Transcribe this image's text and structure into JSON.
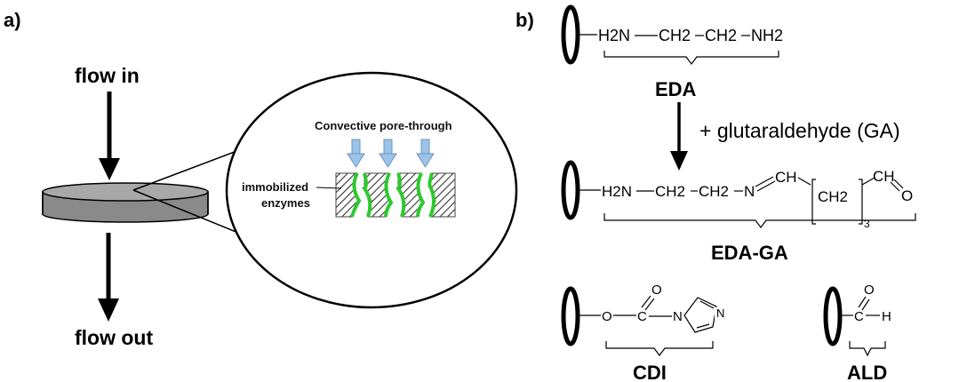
{
  "panel_a": {
    "label": "a)",
    "flow_in": "flow in",
    "flow_out": "flow out",
    "inset_title": "Convective pore-through",
    "inset_label_line1": "immobilized",
    "inset_label_line2": "enzymes"
  },
  "panel_b": {
    "label": "b)",
    "eda_chain": [
      "H2N",
      "CH2",
      "CH2",
      "NH2"
    ],
    "eda_label": "EDA",
    "reagent": "+ glutaraldehyde (GA)",
    "edaga_chain": [
      "H2N",
      "CH2",
      "CH2",
      "N",
      "CH",
      "CH2",
      "3",
      "CH",
      "O"
    ],
    "edaga_label": "EDA-GA",
    "cdi_atoms": [
      "O",
      "C",
      "O",
      "N",
      "N"
    ],
    "cdi_label": "CDI",
    "ald_atoms": [
      "C",
      "O",
      "H"
    ],
    "ald_label": "ALD"
  },
  "colors": {
    "disk": "#8a8a8a",
    "enzyme": "#2ec82e",
    "arrow_blue": "#9cc3ea"
  }
}
